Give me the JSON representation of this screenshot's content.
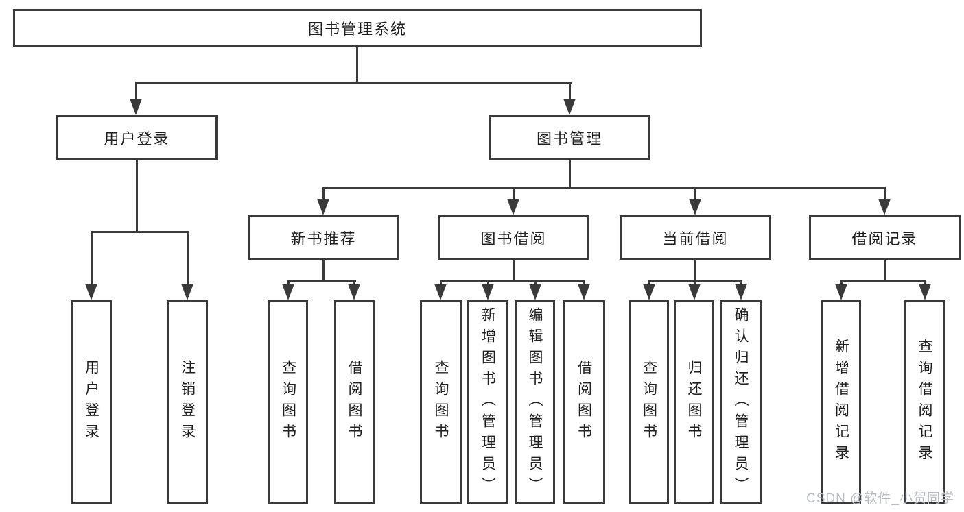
{
  "diagram": {
    "title": "图书管理系统",
    "tree": {
      "label": "图书管理系统",
      "children": [
        {
          "label": "用户登录",
          "children": [
            {
              "label": "用户登录"
            },
            {
              "label": "注销登录"
            }
          ]
        },
        {
          "label": "图书管理",
          "children": [
            {
              "label": "新书推荐",
              "children": [
                {
                  "label": "查询图书"
                },
                {
                  "label": "借阅图书"
                }
              ]
            },
            {
              "label": "图书借阅",
              "children": [
                {
                  "label": "查询图书"
                },
                {
                  "label": "新增图书（管理员）"
                },
                {
                  "label": "编辑图书（管理员）"
                },
                {
                  "label": "借阅图书"
                }
              ]
            },
            {
              "label": "当前借阅",
              "children": [
                {
                  "label": "查询图书"
                },
                {
                  "label": "归还图书"
                },
                {
                  "label": "确认归还（管理员）"
                }
              ]
            },
            {
              "label": "借阅记录",
              "children": [
                {
                  "label": "新增借阅记录"
                },
                {
                  "label": "查询借阅记录"
                }
              ]
            }
          ]
        }
      ]
    },
    "watermark": "CSDN @软件_小贺同学",
    "colors": {
      "line": "#3a3a3a",
      "box_border": "#3a3a3a",
      "text": "#1f1f1f",
      "watermark": "#b9bec6",
      "background": "#ffffff"
    }
  }
}
